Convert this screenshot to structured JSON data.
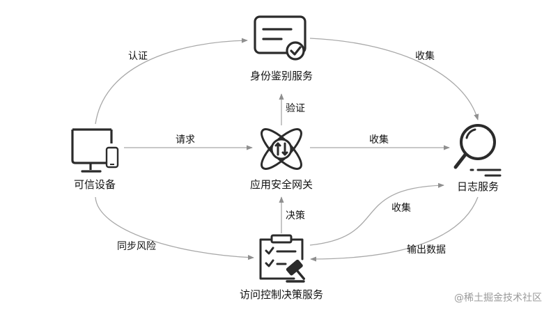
{
  "nodes": {
    "identity": "身份鉴别服务",
    "device": "可信设备",
    "gateway": "应用安全网关",
    "log": "日志服务",
    "policy": "访问控制决策服务"
  },
  "edges": {
    "device_to_identity": "认证",
    "identity_to_log": "收集",
    "device_to_gateway": "请求",
    "gateway_to_identity": "验证",
    "gateway_to_log": "收集",
    "policy_to_gateway": "决策",
    "device_to_policy": "同步风险",
    "policy_to_log": "收集",
    "log_to_policy": "输出数据"
  },
  "watermark": "@稀土掘金技术社区",
  "colors": {
    "edge": "#a8a8a8",
    "icon": "#2b2b2b",
    "text": "#111111"
  }
}
